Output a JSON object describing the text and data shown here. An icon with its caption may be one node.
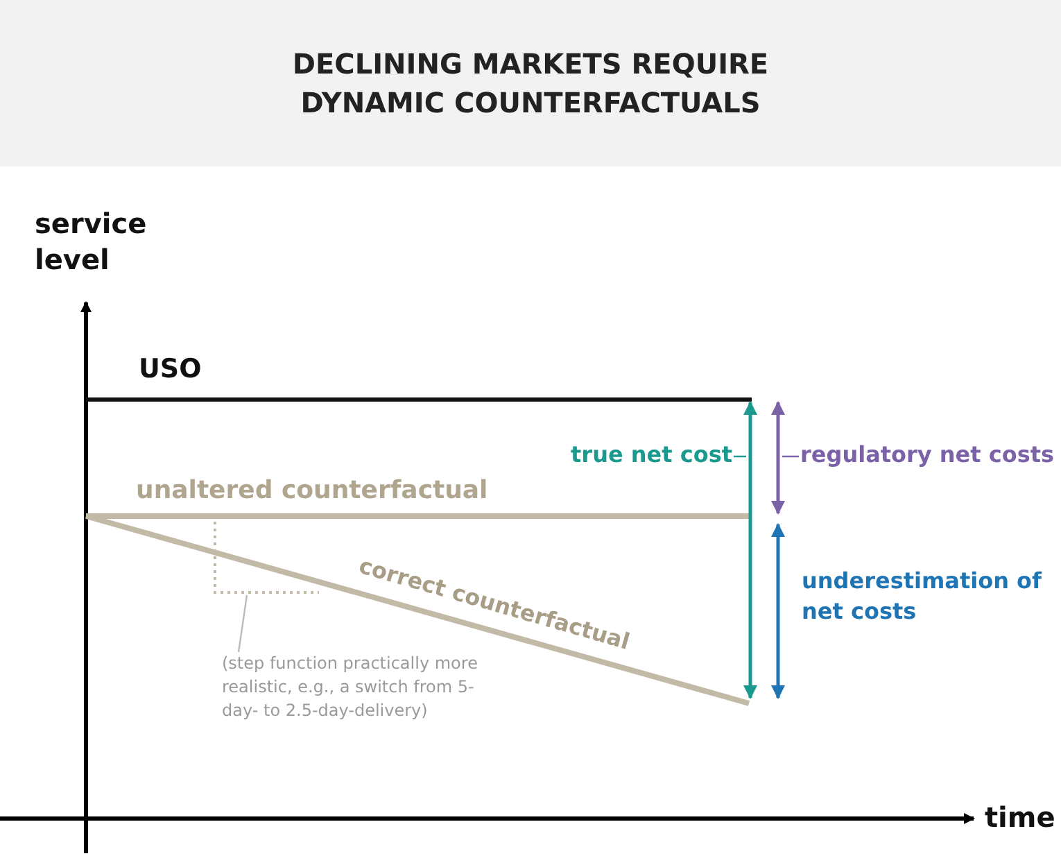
{
  "diagram": {
    "title": "DECLINING MARKETS REQUIRE DYNAMIC COUNTERFACTUALS",
    "nodes": [
      {
        "text": [
          "true net cost"
        ]
      },
      {
        "text": [
          "regulatory net costs"
        ]
      },
      {
        "text": [
          "(step function practically more realistic, e.g., a switch from 5-day- to 2.5-day-delivery)"
        ]
      },
      {
        "text": [],
        "shape": "line"
      }
    ],
    "edges": [
      {
        "from": 0,
        "to": null,
        "arrow": "none",
        "color": "#1a9a8e"
      },
      {
        "from": 1,
        "to": null,
        "arrow": "none",
        "color": "#7b62a8"
      },
      {
        "from": 2,
        "to": 3,
        "arrow": "none",
        "color": "#bbbbbb"
      }
    ],
    "labels": [
      "service level",
      "USO",
      "unaltered counterfactual",
      "correct counterfactual",
      "underestimation of net costs",
      "time"
    ]
  }
}
